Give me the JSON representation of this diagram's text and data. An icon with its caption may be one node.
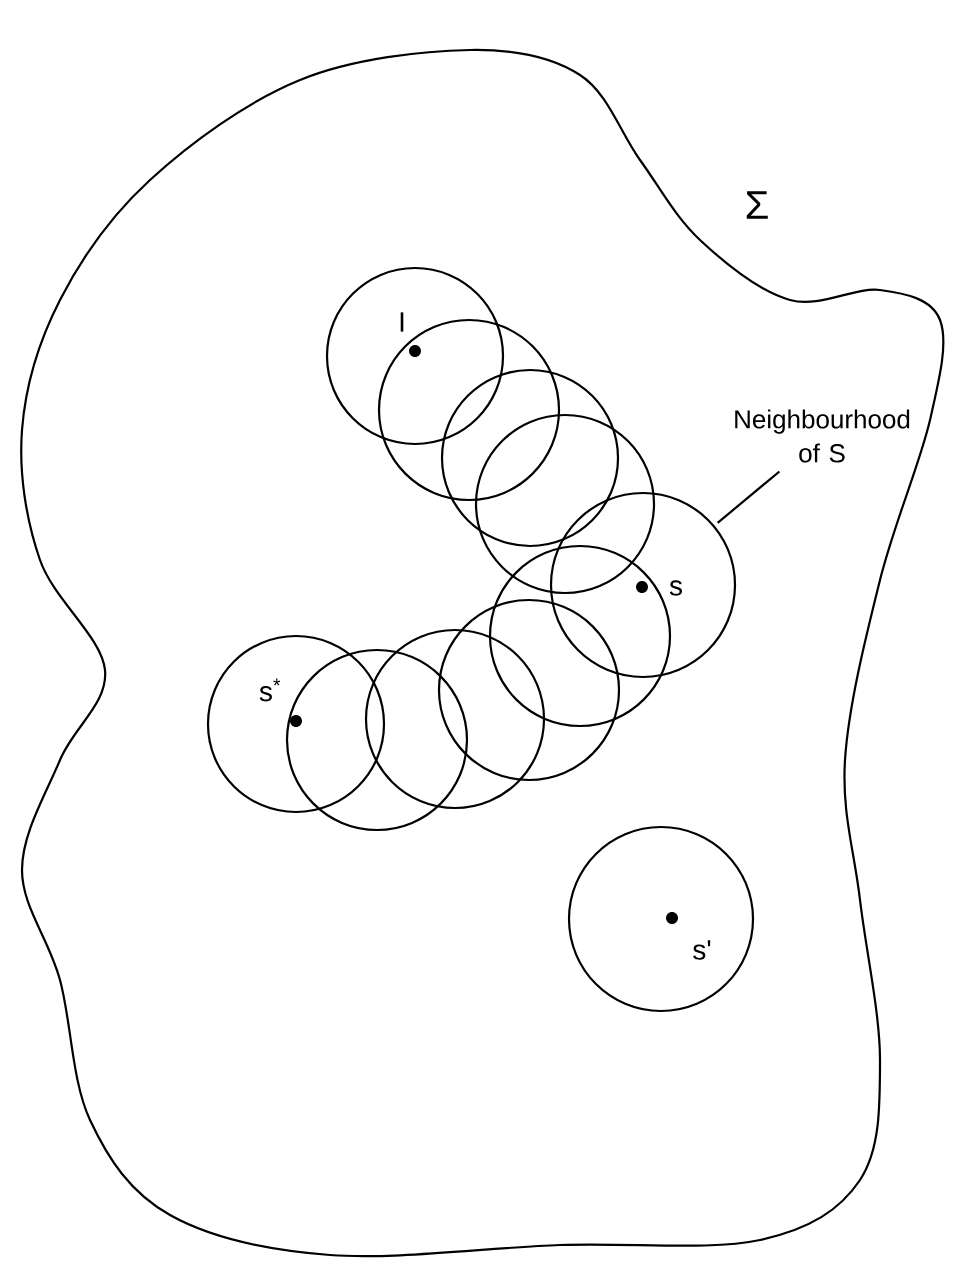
{
  "diagram": {
    "nodes": [
      {
        "text": [
          "Neighbourhood of S"
        ]
      },
      {
        "text": [],
        "shape": "circle"
      },
      {
        "text": [],
        "shape": "circle"
      },
      {
        "text": [],
        "shape": "circle"
      },
      {
        "text": [],
        "shape": "circle"
      },
      {
        "text": [],
        "shape": "circle"
      },
      {
        "text": [],
        "shape": "circle"
      },
      {
        "text": [],
        "shape": "circle"
      },
      {
        "text": [],
        "shape": "circle"
      },
      {
        "text": [],
        "shape": "circle"
      },
      {
        "text": [],
        "shape": "circle"
      },
      {
        "text": [],
        "shape": "circle"
      }
    ],
    "edges": [
      {
        "from": 0,
        "to": 5,
        "arrow": "none"
      }
    ],
    "labels": [
      "Σ",
      "I",
      "s",
      "s$^{*}$",
      "s'"
    ]
  }
}
